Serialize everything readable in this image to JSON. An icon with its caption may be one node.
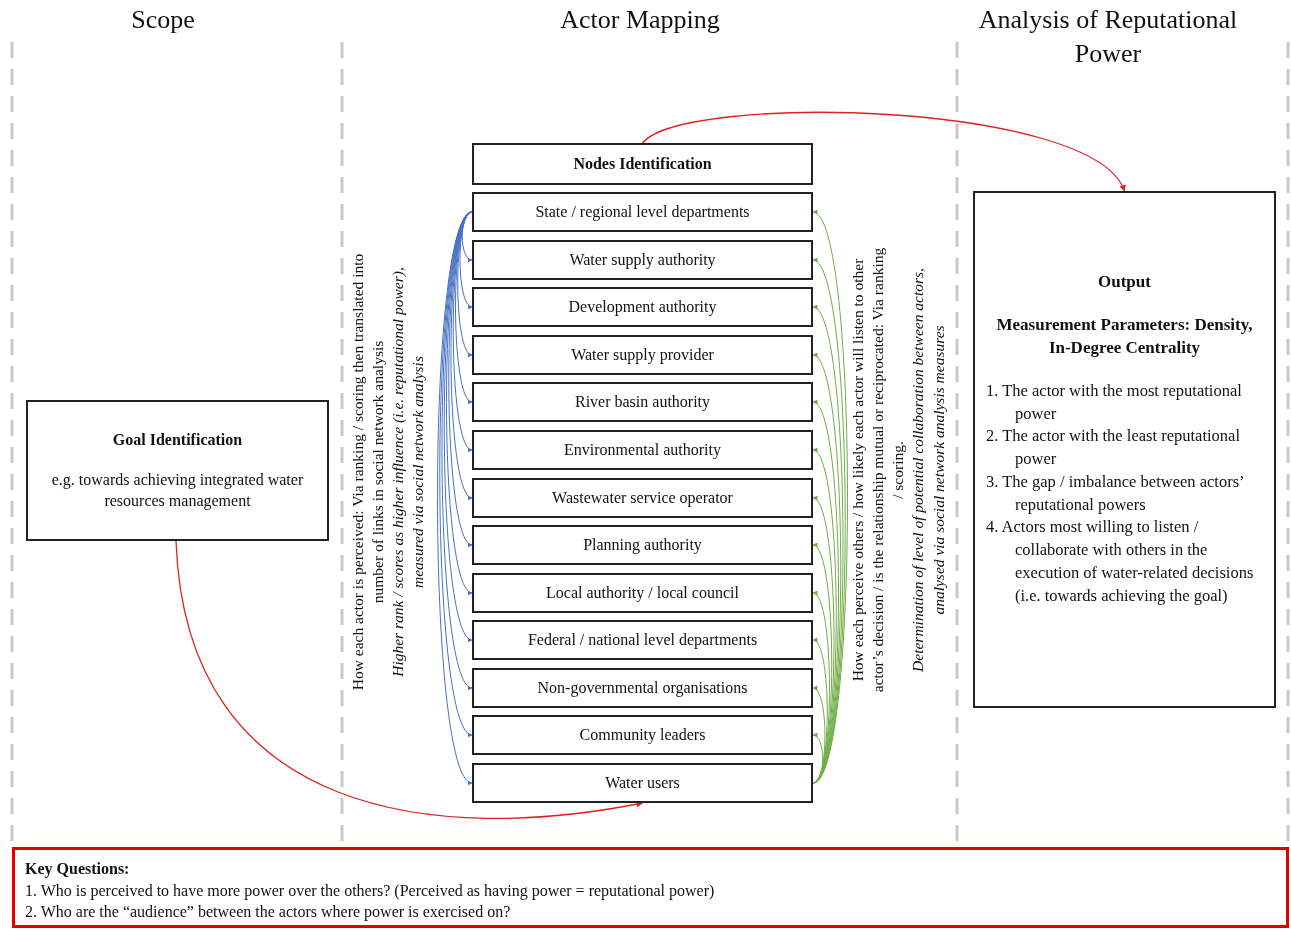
{
  "diagram": {
    "nodes": [
      {
        "text": [
          "Goal Identification",
          "e.g. towards achieving integrated water resources management"
        ]
      },
      {
        "text": [
          "Nodes Identification"
        ]
      },
      {
        "text": [
          "State / regional level departments"
        ]
      },
      {
        "text": [
          "Water supply authority"
        ]
      },
      {
        "text": [
          "Development authority"
        ]
      },
      {
        "text": [
          "Water supply provider"
        ]
      },
      {
        "text": [
          "River basin authority"
        ]
      },
      {
        "text": [
          "Environmental authority"
        ]
      },
      {
        "text": [
          "Wastewater service operator"
        ]
      },
      {
        "text": [
          "Planning authority"
        ]
      },
      {
        "text": [
          "Local authority / local council"
        ]
      },
      {
        "text": [
          "Federal / national level departments"
        ]
      },
      {
        "text": [
          "Non-governmental organisations"
        ]
      },
      {
        "text": [
          "Community leaders"
        ]
      },
      {
        "text": [
          "Water users"
        ]
      },
      {
        "text": [
          "Output",
          "Measurement Parameters: Density, In-Degree Centrality",
          "1. The actor with the most reputational power",
          "2. The actor with the least reputational power",
          "3. The gap / imbalance between actors’ reputational powers",
          "4. Actors most willing to listen / collaborate with others in the execution of water-related decisions (i.e. towards achieving the goal)"
        ]
      },
      {
        "text": [
          "Key Questions:",
          "1. Who is perceived to have more power over the others? (Perceived as having power = reputational power)",
          "2. Who are the “audience” between the actors where power is exercised on?"
        ]
      }
    ],
    "edges": [
      {
        "from": 0,
        "to": 14,
        "arrow": "to",
        "color": "#e02020"
      },
      {
        "from": 1,
        "to": 15,
        "arrow": "to",
        "color": "#e02020"
      },
      {
        "from": 2,
        "to": 3,
        "arrow": "to",
        "color": "#4472c4"
      },
      {
        "from": 2,
        "to": 4,
        "arrow": "to",
        "color": "#4472c4"
      },
      {
        "from": 2,
        "to": 5,
        "arrow": "to",
        "color": "#4472c4"
      },
      {
        "from": 2,
        "to": 6,
        "arrow": "to",
        "color": "#4472c4"
      },
      {
        "from": 2,
        "to": 7,
        "arrow": "to",
        "color": "#4472c4"
      },
      {
        "from": 2,
        "to": 8,
        "arrow": "to",
        "color": "#4472c4"
      },
      {
        "from": 2,
        "to": 9,
        "arrow": "to",
        "color": "#4472c4"
      },
      {
        "from": 2,
        "to": 10,
        "arrow": "to",
        "color": "#4472c4"
      },
      {
        "from": 2,
        "to": 11,
        "arrow": "to",
        "color": "#4472c4"
      },
      {
        "from": 2,
        "to": 12,
        "arrow": "to",
        "color": "#4472c4"
      },
      {
        "from": 2,
        "to": 13,
        "arrow": "to",
        "color": "#4472c4"
      },
      {
        "from": 2,
        "to": 14,
        "arrow": "to",
        "color": "#4472c4"
      },
      {
        "from": 14,
        "to": 2,
        "arrow": "to",
        "color": "#70ad47"
      },
      {
        "from": 14,
        "to": 3,
        "arrow": "to",
        "color": "#70ad47"
      },
      {
        "from": 14,
        "to": 4,
        "arrow": "to",
        "color": "#70ad47"
      },
      {
        "from": 14,
        "to": 5,
        "arrow": "to",
        "color": "#70ad47"
      },
      {
        "from": 14,
        "to": 6,
        "arrow": "to",
        "color": "#70ad47"
      },
      {
        "from": 14,
        "to": 7,
        "arrow": "to",
        "color": "#70ad47"
      },
      {
        "from": 14,
        "to": 8,
        "arrow": "to",
        "color": "#70ad47"
      },
      {
        "from": 14,
        "to": 9,
        "arrow": "to",
        "color": "#70ad47"
      },
      {
        "from": 14,
        "to": 10,
        "arrow": "to",
        "color": "#70ad47"
      },
      {
        "from": 14,
        "to": 11,
        "arrow": "to",
        "color": "#70ad47"
      },
      {
        "from": 14,
        "to": 12,
        "arrow": "to",
        "color": "#70ad47"
      },
      {
        "from": 14,
        "to": 13,
        "arrow": "to",
        "color": "#70ad47"
      }
    ],
    "labels": [
      "Scope",
      "Actor Mapping",
      "Analysis of Reputational Power",
      "How each actor is perceived: Via ranking / scoring then translated into number of links in social network analysis",
      "Higher rank / scores as higher influence (i.e. reputational power), measured via social network analysis",
      "How each perceive others / how likely each actor will listen to other actor’s decision / is the relationship mutual or reciprocated: Via ranking / scoring.",
      "Determination of level of potential collaboration between actors, analysed via social network analysis measures"
    ]
  }
}
